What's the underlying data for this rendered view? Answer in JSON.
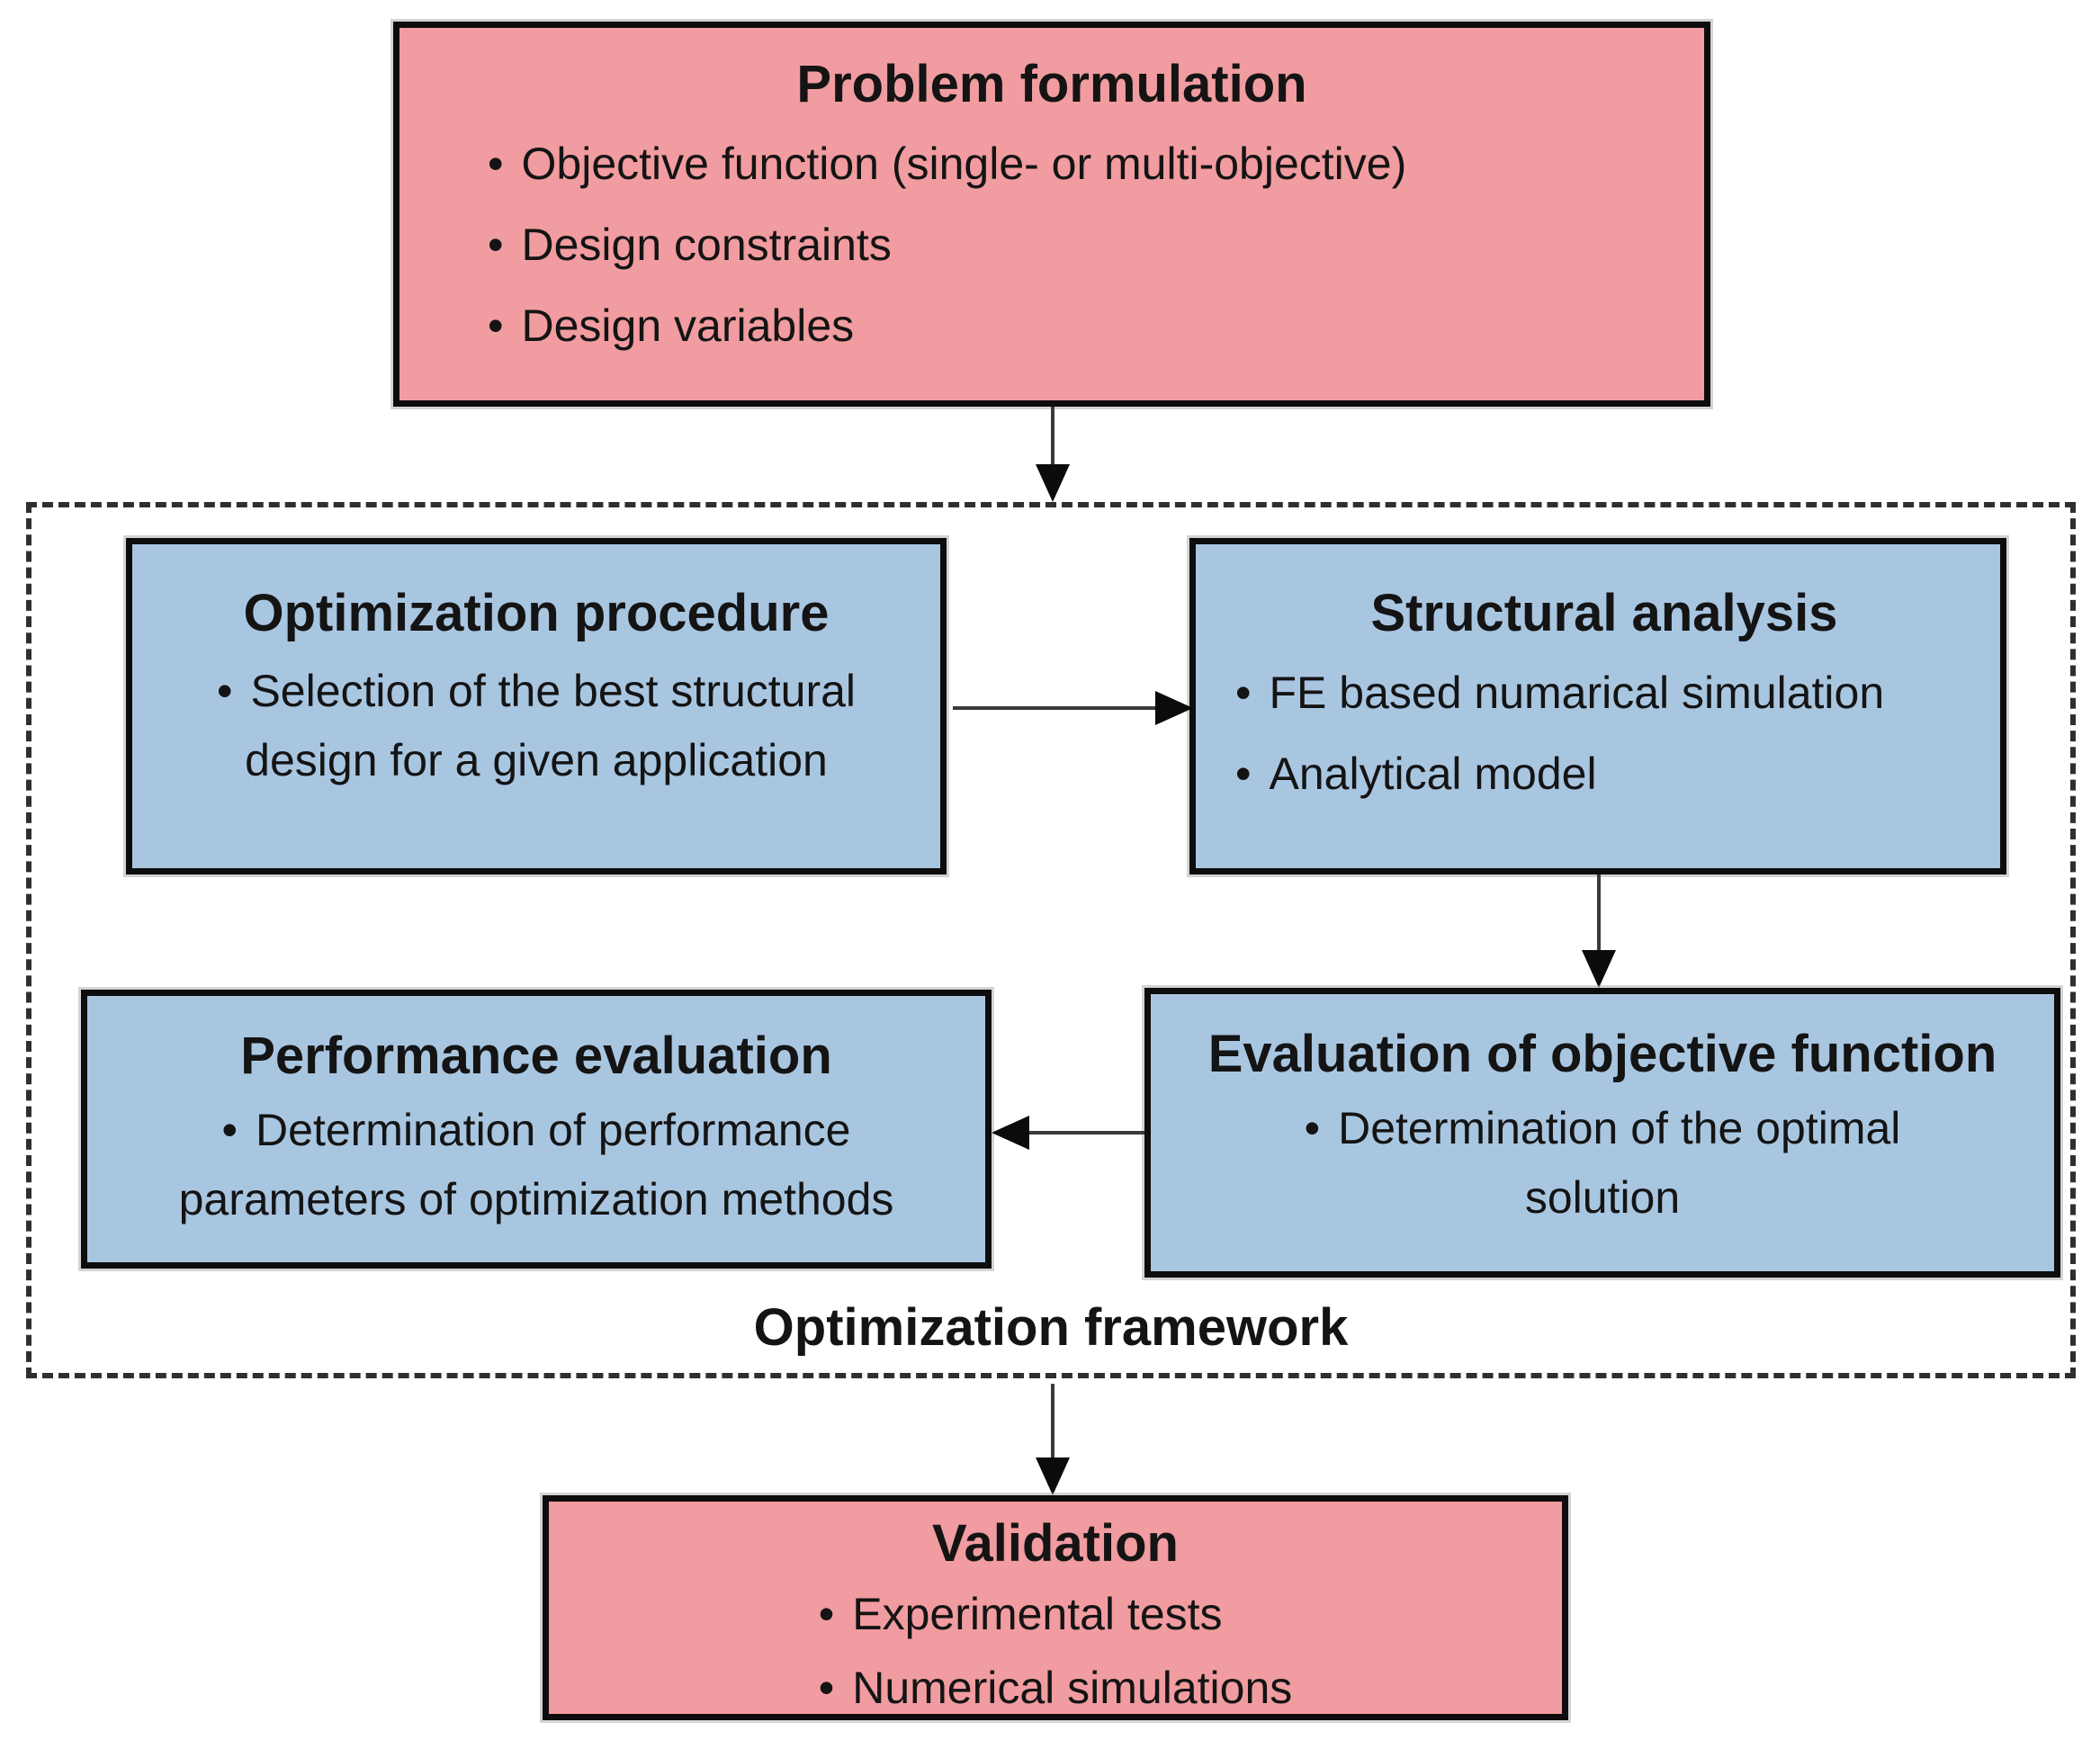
{
  "colors": {
    "pink": "#F19CA0",
    "blue": "#A9C6E1",
    "box_border": "#0d0d0d",
    "dashed_border": "#2f2f2f",
    "arrow": "#0b0b0b"
  },
  "boxes": {
    "problem_formulation": {
      "title": "Problem formulation",
      "bullets": [
        "Objective function (single- or multi-objective)",
        "Design constraints",
        "Design variables"
      ]
    },
    "optimization_procedure": {
      "title": "Optimization procedure",
      "bullets": [
        "Selection of the best structural design for a given application"
      ]
    },
    "structural_analysis": {
      "title": "Structural analysis",
      "bullets": [
        "FE based numarical simulation",
        "Analytical model"
      ]
    },
    "performance_evaluation": {
      "title": "Performance evaluation",
      "bullets": [
        "Determination of performance parameters of optimization methods"
      ]
    },
    "evaluation_of_objective_function": {
      "title": "Evaluation of objective function",
      "bullets": [
        "Determination of the optimal solution"
      ]
    },
    "validation": {
      "title": "Validation",
      "bullets": [
        "Experimental tests",
        "Numerical simulations"
      ]
    }
  },
  "framework_label": "Optimization framework"
}
